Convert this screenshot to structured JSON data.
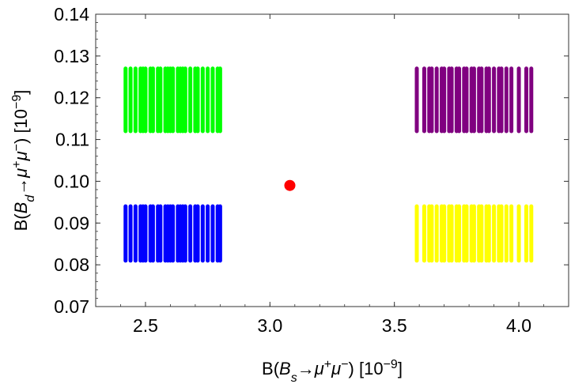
{
  "chart_data": {
    "type": "scatter",
    "title": "",
    "xlabel": "B( B_s → μ⁺ μ⁻ )  [10⁻⁹]",
    "ylabel": "B( B_d → μ⁺ μ⁻ )  [10⁻⁹]",
    "xlim": [
      2.3,
      4.2
    ],
    "ylim": [
      0.07,
      0.14
    ],
    "x_ticks": [
      "2.5",
      "3.0",
      "3.5",
      "4.0"
    ],
    "y_ticks": [
      "0.07",
      "0.08",
      "0.09",
      "0.10",
      "0.11",
      "0.12",
      "0.13",
      "0.14"
    ],
    "grid": false,
    "legend": "none",
    "series": [
      {
        "color": "#00ff00",
        "x_range": [
          2.42,
          2.8
        ],
        "y_range": [
          0.112,
          0.127
        ],
        "x": [
          2.42,
          2.44,
          2.46,
          2.48,
          2.49,
          2.5,
          2.52,
          2.53,
          2.55,
          2.56,
          2.58,
          2.59,
          2.6,
          2.61,
          2.63,
          2.64,
          2.65,
          2.66,
          2.68,
          2.7,
          2.71,
          2.73,
          2.75,
          2.77,
          2.79,
          2.8
        ]
      },
      {
        "color": "#0000ff",
        "x_range": [
          2.42,
          2.8
        ],
        "y_range": [
          0.081,
          0.094
        ],
        "x": [
          2.42,
          2.44,
          2.46,
          2.48,
          2.49,
          2.5,
          2.52,
          2.53,
          2.55,
          2.56,
          2.58,
          2.59,
          2.6,
          2.61,
          2.63,
          2.64,
          2.65,
          2.66,
          2.68,
          2.7,
          2.71,
          2.73,
          2.75,
          2.77,
          2.79,
          2.8
        ]
      },
      {
        "color": "#800080",
        "x_range": [
          3.59,
          4.05
        ],
        "y_range": [
          0.112,
          0.127
        ],
        "x": [
          3.59,
          3.62,
          3.64,
          3.65,
          3.67,
          3.69,
          3.7,
          3.72,
          3.73,
          3.75,
          3.76,
          3.78,
          3.79,
          3.81,
          3.82,
          3.84,
          3.85,
          3.87,
          3.88,
          3.9,
          3.92,
          3.93,
          3.95,
          3.97,
          4.0,
          4.03,
          4.05
        ]
      },
      {
        "color": "#ffff00",
        "x_range": [
          3.59,
          4.05
        ],
        "y_range": [
          0.081,
          0.094
        ],
        "x": [
          3.59,
          3.62,
          3.64,
          3.65,
          3.67,
          3.69,
          3.7,
          3.72,
          3.73,
          3.75,
          3.76,
          3.78,
          3.79,
          3.81,
          3.82,
          3.84,
          3.85,
          3.87,
          3.88,
          3.9,
          3.92,
          3.93,
          3.95,
          3.97,
          4.0,
          4.03,
          4.05
        ]
      },
      {
        "color": "#ff0000",
        "x": [
          3.08
        ],
        "y": [
          0.099
        ]
      }
    ]
  }
}
